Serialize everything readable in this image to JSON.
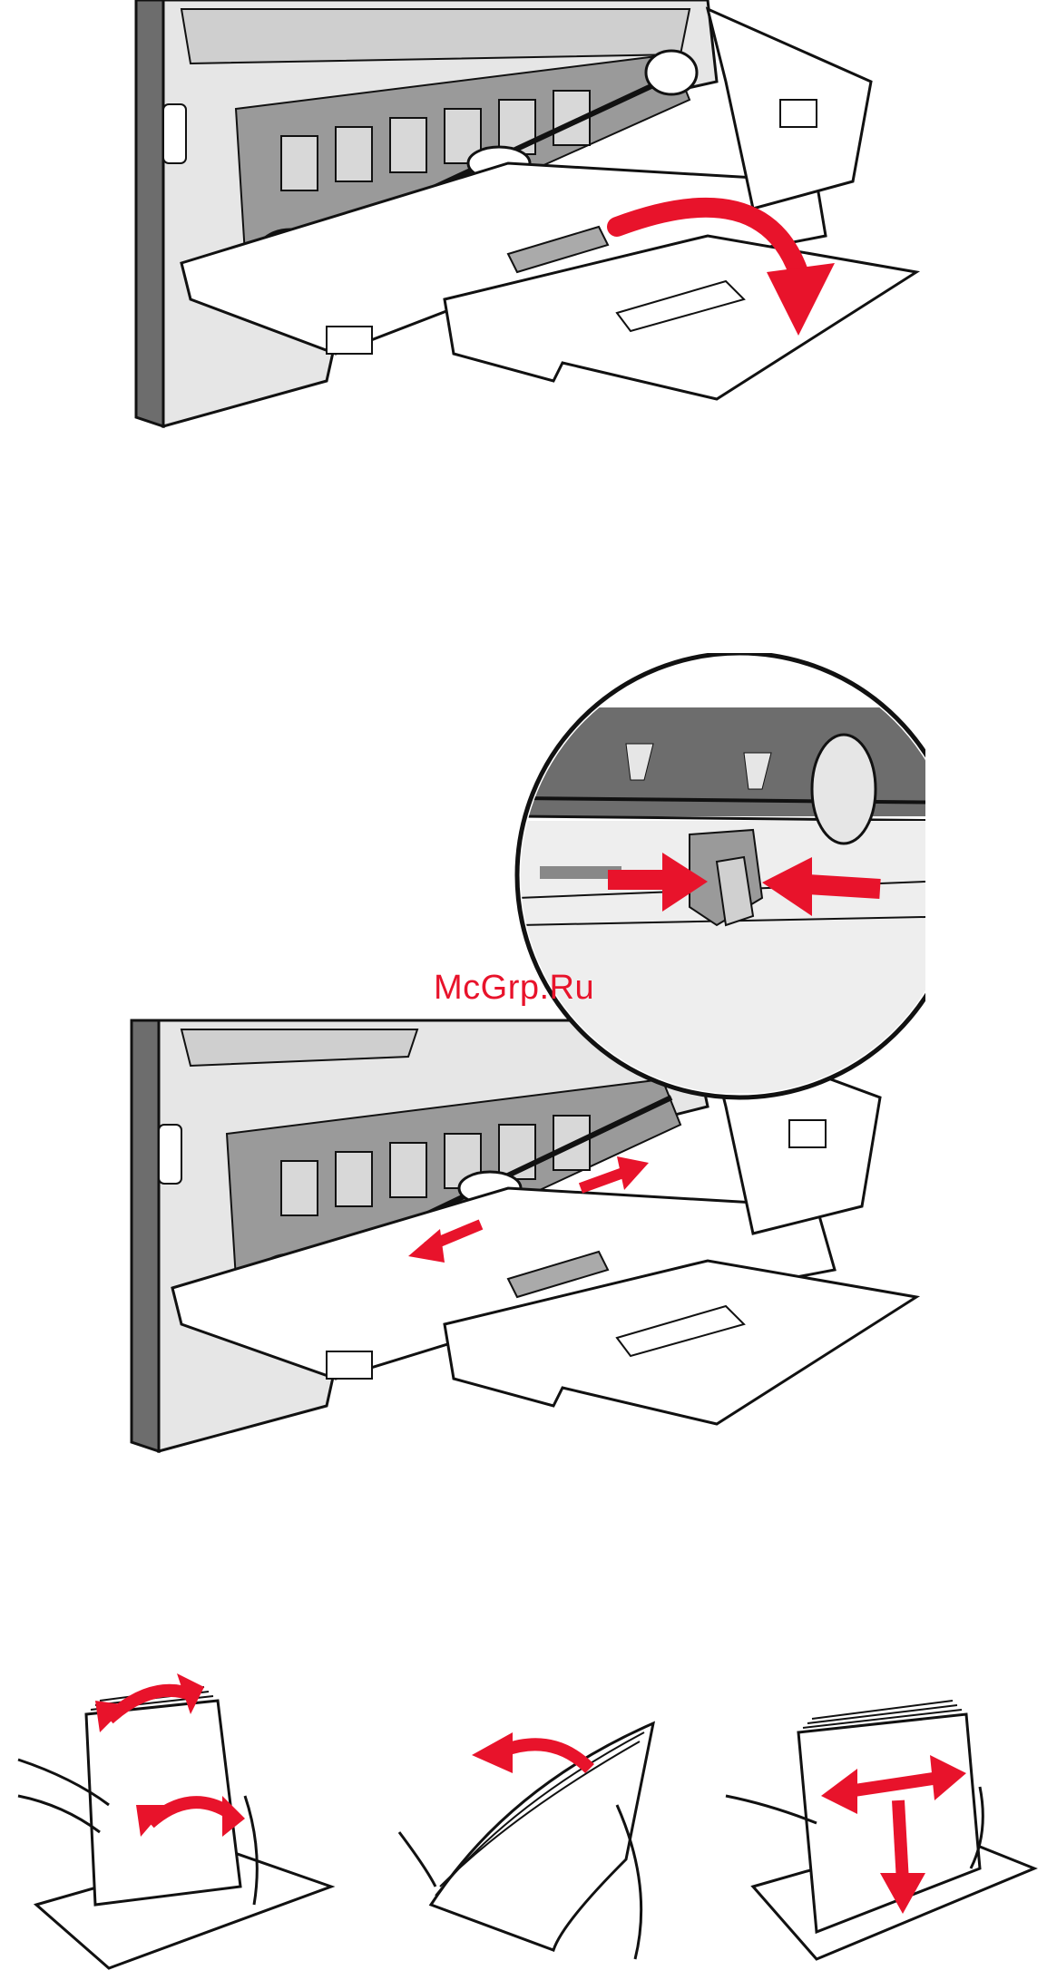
{
  "watermark": {
    "text": "McGrp.Ru"
  },
  "colors": {
    "arrow_red": "#e8132b",
    "printer_dark": "#6d6d6d",
    "printer_light": "#e6e6e6",
    "outline": "#111111"
  },
  "figures": [
    {
      "name": "extend-tray-extension",
      "icons": [
        "curved-arrow-icon"
      ]
    },
    {
      "name": "adjust-width-guides",
      "icons": [
        "squeeze-arrows-icon",
        "slide-arrows-icon"
      ]
    },
    {
      "name": "flex-fan-paper",
      "icons": [
        "flex-arrow-icon",
        "fan-arrow-icon",
        "straighten-arrow-icon"
      ]
    }
  ]
}
